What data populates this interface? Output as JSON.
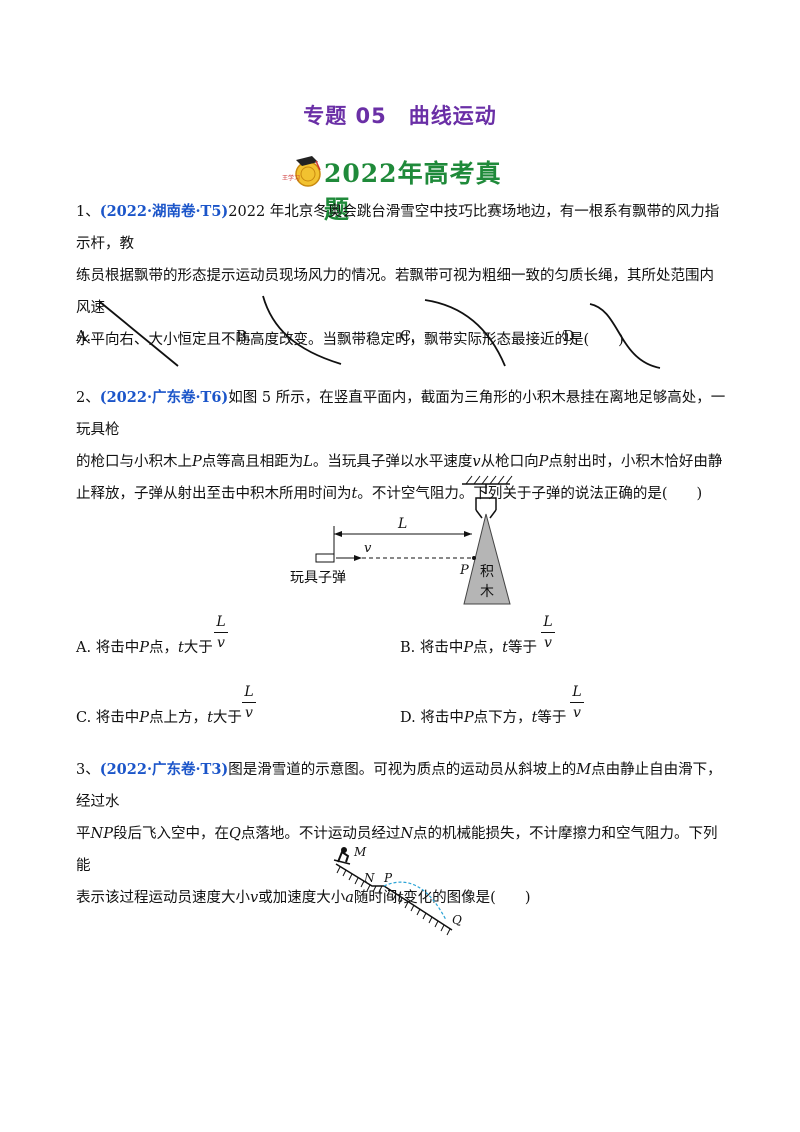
{
  "header": {
    "title_part1": "专题 05",
    "title_part2": "曲线运动",
    "banner_text": "2022年高考真题",
    "logo_text": "王学习"
  },
  "q1": {
    "number": "1、",
    "source": "(2022·湖南卷·T5)",
    "line1": "2022 年北京冬奥会跳台滑雪空中技巧比赛场地边，有一根系有飘带的风力指示杆，教",
    "line2": "练员根据飘带的形态提示运动员现场风力的情况。若飘带可视为粗细一致的匀质长绳，其所处范围内风速",
    "line3": "水平向右、大小恒定且不随高度改变。当飘带稳定时，飘带实际形态最接近的是(　　)",
    "options": [
      "A.",
      "B.",
      "C.",
      "D."
    ]
  },
  "q2": {
    "number": "2、",
    "source": "(2022·广东卷·T6)",
    "line1_a": "如图 5 所示，在竖直平面内，截面为三角形的小积木悬挂在离地足够高处，一玩具枪",
    "line2_a": "的枪口与小积木上",
    "line2_p": "P",
    "line2_b": "点等高且相距为",
    "line2_l": "L",
    "line2_c": "。当玩具子弹以水平速度",
    "line2_v": "v",
    "line2_d": "从枪口向",
    "line2_p2": "P",
    "line2_e": "点射出时，小积木恰好由静",
    "line3_a": "止释放，子弹从射出至击中积木所用时间为",
    "line3_t": "t",
    "line3_b": "。不计空气阻力。下列关于子弹的说法正确的是(　　)",
    "diagram": {
      "L": "L",
      "v": "v",
      "P": "P",
      "gun_label": "玩具子弹",
      "block_char1": "积",
      "block_char2": "木"
    },
    "optA": {
      "pre": "A.  将击中",
      "P": "P",
      "mid": "点，",
      "t": "t",
      "post": "大于"
    },
    "optB": {
      "pre": "B.  将击中",
      "P": "P",
      "mid": "点，",
      "t": "t",
      "post": "等于"
    },
    "optC": {
      "pre": "C.  将击中",
      "P": "P",
      "mid": "点上方，",
      "t": "t",
      "post": "大于"
    },
    "optD": {
      "pre": "D.  将击中",
      "P": "P",
      "mid": "点下方，",
      "t": "t",
      "post": "等于"
    },
    "frac_num": "L",
    "frac_den": "v"
  },
  "q3": {
    "number": "3、",
    "source": "(2022·广东卷·T3)",
    "line1_a": "图是滑雪道的示意图。可视为质点的运动员从斜坡上的",
    "line1_m": "M",
    "line1_b": "点由静止自由滑下，经过水",
    "line2_a": "平",
    "line2_np": "NP",
    "line2_b": "段后飞入空中，在",
    "line2_q": "Q",
    "line2_c": "点落地。不计运动员经过",
    "line2_n": "N",
    "line2_d": "点的机械能损失，不计摩擦力和空气阻力。下列能",
    "line3_a": "表示该过程运动员速度大小",
    "line3_v": "v",
    "line3_b": "或加速度大小",
    "line3_a2": "a",
    "line3_c": "随时间",
    "line3_t": "t",
    "line3_d": "变化的图像是(　　)",
    "diagram": {
      "M": "M",
      "N": "N",
      "P": "P",
      "Q": "Q"
    }
  }
}
